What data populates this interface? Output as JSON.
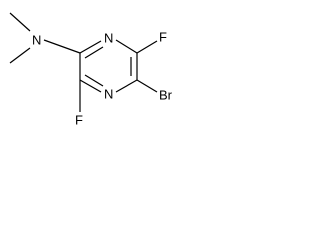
{
  "molecule": {
    "atoms": {
      "amine_n": "N",
      "ring_n_top": "N",
      "ring_n_bottom": "N",
      "fluorine_top": "F",
      "fluorine_bottom": "F",
      "bromine": "Br"
    }
  },
  "colors": {
    "bond": "#000000",
    "label": "#000000",
    "background": "#ffffff"
  }
}
